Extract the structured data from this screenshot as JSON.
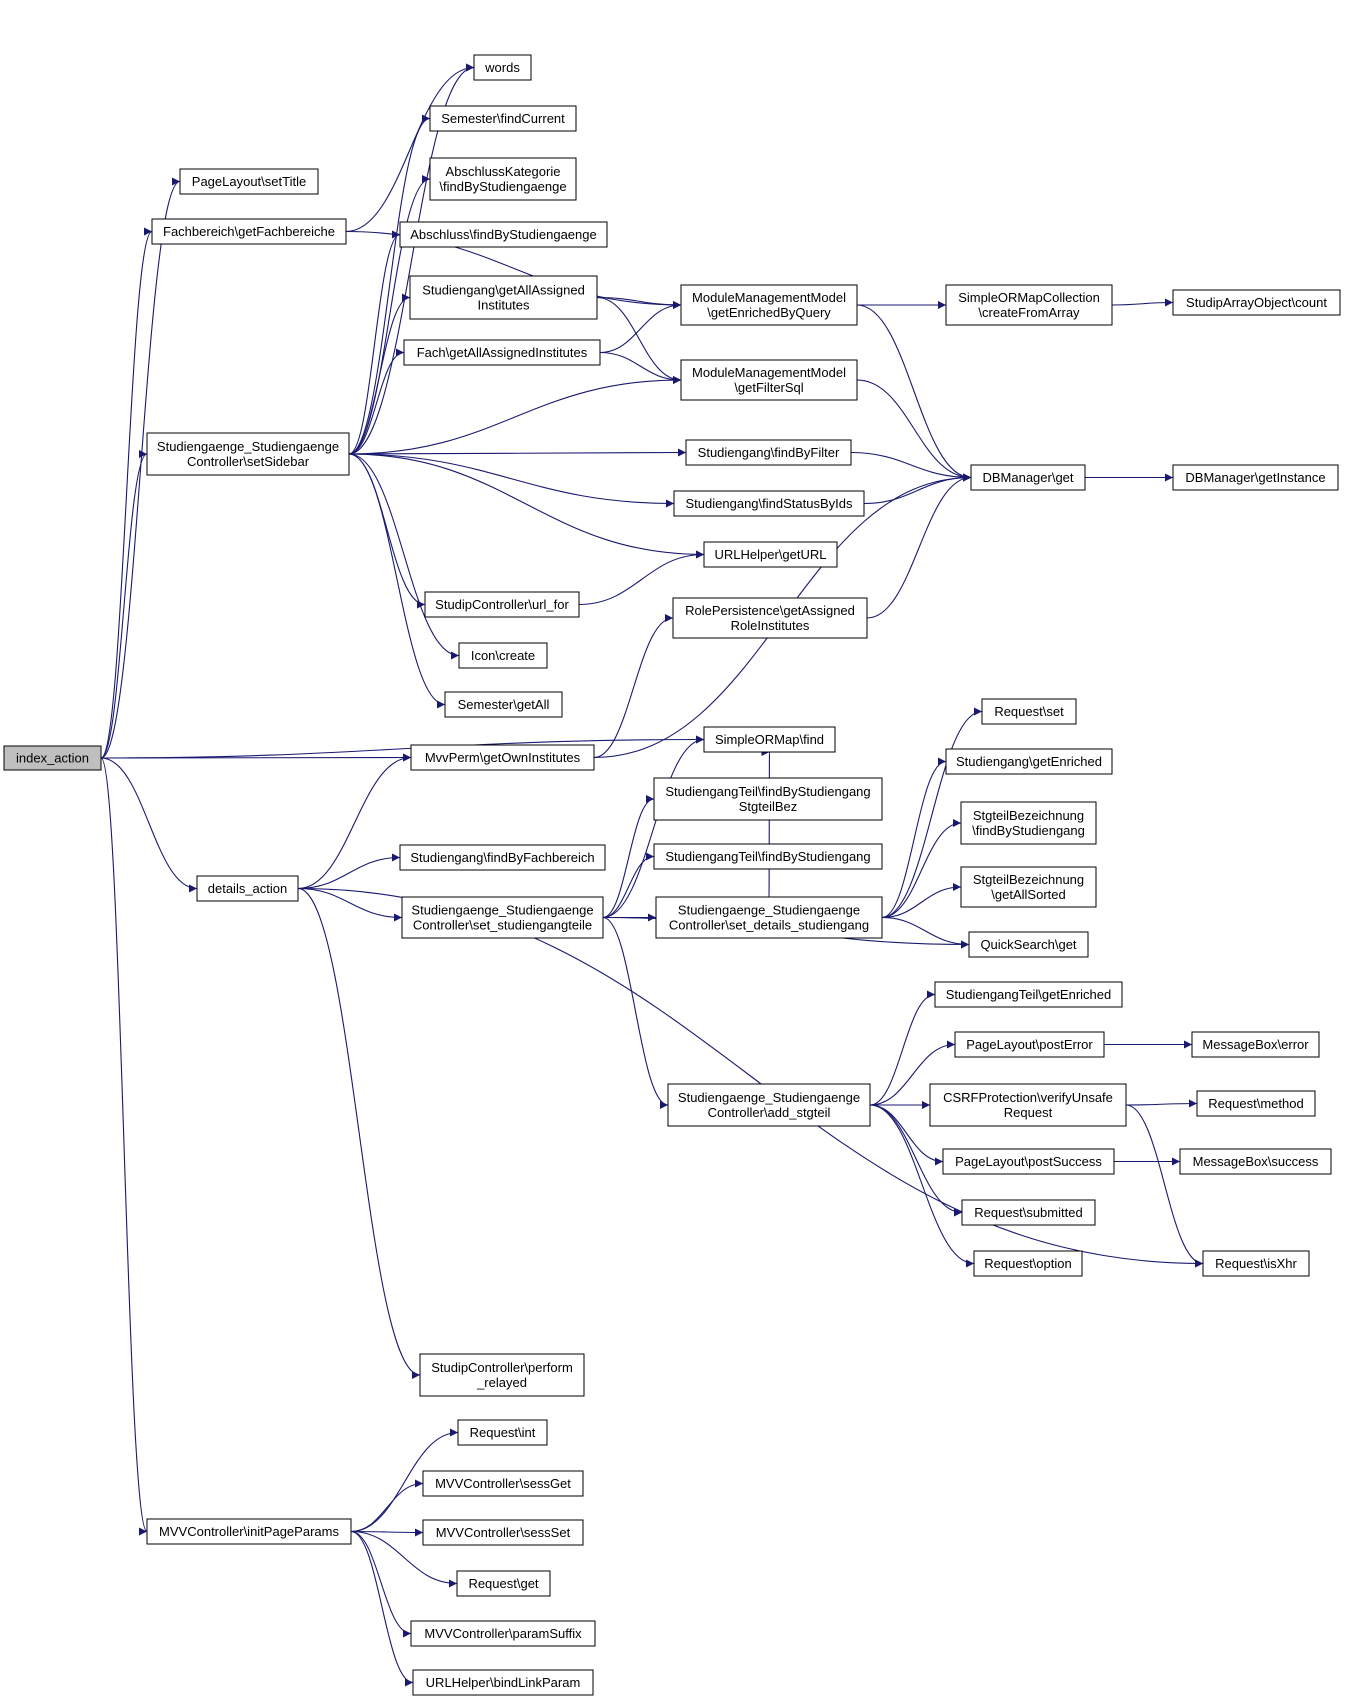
{
  "colors": {
    "edge": "#191970",
    "node_border": "#000000",
    "node_fill": "#ffffff",
    "root_fill": "#bfbfbf"
  },
  "nodes": {
    "index_action": [
      "index_action"
    ],
    "pagelayout_settitle": [
      "PageLayout\\setTitle"
    ],
    "fachbereich_getfachbereiche": [
      "Fachbereich\\getFachbereiche"
    ],
    "setsidebar": [
      "Studiengaenge_Studiengaenge",
      "Controller\\setSidebar"
    ],
    "mvvperm_getowninstitutes": [
      "MvvPerm\\getOwnInstitutes"
    ],
    "details_action": [
      "details_action"
    ],
    "initpageparams": [
      "MVVController\\initPageParams"
    ],
    "words": [
      "words"
    ],
    "semester_findcurrent": [
      "Semester\\findCurrent"
    ],
    "abschlusskategorie_find": [
      "AbschlussKategorie",
      "\\findByStudiengaenge"
    ],
    "abschluss_find": [
      "Abschluss\\findByStudiengaenge"
    ],
    "studiengang_getallassigned": [
      "Studiengang\\getAllAssigned",
      "Institutes"
    ],
    "fach_getallassigned": [
      "Fach\\getAllAssignedInstitutes"
    ],
    "mmm_getenriched": [
      "ModuleManagementModel",
      "\\getEnrichedByQuery"
    ],
    "mmm_getfiltersql": [
      "ModuleManagementModel",
      "\\getFilterSql"
    ],
    "simpleormapcollection": [
      "SimpleORMapCollection",
      "\\createFromArray"
    ],
    "studiparrayobject_count": [
      "StudipArrayObject\\count"
    ],
    "studiengang_findbyfilter": [
      "Studiengang\\findByFilter"
    ],
    "studiengang_findstatusbyids": [
      "Studiengang\\findStatusByIds"
    ],
    "dbmanager_get": [
      "DBManager\\get"
    ],
    "dbmanager_getinstance": [
      "DBManager\\getInstance"
    ],
    "urlhelper_geturl": [
      "URLHelper\\getURL"
    ],
    "studipcontroller_url_for": [
      "StudipController\\url_for"
    ],
    "icon_create": [
      "Icon\\create"
    ],
    "semester_getall": [
      "Semester\\getAll"
    ],
    "rolepersistence": [
      "RolePersistence\\getAssigned",
      "RoleInstitutes"
    ],
    "simpleormap_find": [
      "SimpleORMap\\find"
    ],
    "studiengang_findbyfachbereich": [
      "Studiengang\\findByFachbereich"
    ],
    "set_studiengangteile": [
      "Studiengaenge_Studiengaenge",
      "Controller\\set_studiengangteile"
    ],
    "stgteil_findbystudiengangbez": [
      "StudiengangTeil\\findByStudiengang",
      "StgteilBez"
    ],
    "stgteil_findbystudiengang": [
      "StudiengangTeil\\findByStudiengang"
    ],
    "set_details_studiengang": [
      "Studiengaenge_Studiengaenge",
      "Controller\\set_details_studiengang"
    ],
    "request_set": [
      "Request\\set"
    ],
    "studiengang_getenriched": [
      "Studiengang\\getEnriched"
    ],
    "stgteilbez_findbystudiengang": [
      "StgteilBezeichnung",
      "\\findByStudiengang"
    ],
    "stgteilbez_getallsorted": [
      "StgteilBezeichnung",
      "\\getAllSorted"
    ],
    "quicksearch_get": [
      "QuickSearch\\get"
    ],
    "stgteil_getenriched": [
      "StudiengangTeil\\getEnriched"
    ],
    "pagelayout_posterror": [
      "PageLayout\\postError"
    ],
    "messagebox_error": [
      "MessageBox\\error"
    ],
    "add_stgteil": [
      "Studiengaenge_Studiengaenge",
      "Controller\\add_stgteil"
    ],
    "csrf_verify": [
      "CSRFProtection\\verifyUnsafe",
      "Request"
    ],
    "request_method": [
      "Request\\method"
    ],
    "pagelayout_postsuccess": [
      "PageLayout\\postSuccess"
    ],
    "messagebox_success": [
      "MessageBox\\success"
    ],
    "request_submitted": [
      "Request\\submitted"
    ],
    "request_option": [
      "Request\\option"
    ],
    "request_isxhr": [
      "Request\\isXhr"
    ],
    "perform_relayed": [
      "StudipController\\perform",
      "_relayed"
    ],
    "request_int": [
      "Request\\int"
    ],
    "mvv_sessget": [
      "MVVController\\sessGet"
    ],
    "mvv_sessset": [
      "MVVController\\sessSet"
    ],
    "request_get": [
      "Request\\get"
    ],
    "mvv_paramsuffix": [
      "MVVController\\paramSuffix"
    ],
    "urlhelper_bindlinkparam": [
      "URLHelper\\bindLinkParam"
    ]
  },
  "edges": [
    [
      "index_action",
      "pagelayout_settitle"
    ],
    [
      "index_action",
      "fachbereich_getfachbereiche"
    ],
    [
      "index_action",
      "setsidebar"
    ],
    [
      "index_action",
      "mvvperm_getowninstitutes"
    ],
    [
      "index_action",
      "simpleormap_find"
    ],
    [
      "index_action",
      "details_action"
    ],
    [
      "index_action",
      "initpageparams"
    ],
    [
      "fachbereich_getfachbereiche",
      "words"
    ],
    [
      "fachbereich_getfachbereiche",
      "mmm_getenriched"
    ],
    [
      "setsidebar",
      "words"
    ],
    [
      "setsidebar",
      "semester_findcurrent"
    ],
    [
      "setsidebar",
      "abschlusskategorie_find"
    ],
    [
      "setsidebar",
      "abschluss_find"
    ],
    [
      "setsidebar",
      "studiengang_getallassigned"
    ],
    [
      "setsidebar",
      "fach_getallassigned"
    ],
    [
      "setsidebar",
      "mmm_getfiltersql"
    ],
    [
      "setsidebar",
      "studiengang_findbyfilter"
    ],
    [
      "setsidebar",
      "studiengang_findstatusbyids"
    ],
    [
      "setsidebar",
      "urlhelper_geturl"
    ],
    [
      "setsidebar",
      "studipcontroller_url_for"
    ],
    [
      "setsidebar",
      "icon_create"
    ],
    [
      "setsidebar",
      "semester_getall"
    ],
    [
      "studiengang_getallassigned",
      "mmm_getenriched"
    ],
    [
      "studiengang_getallassigned",
      "mmm_getfiltersql"
    ],
    [
      "fach_getallassigned",
      "mmm_getenriched"
    ],
    [
      "fach_getallassigned",
      "mmm_getfiltersql"
    ],
    [
      "mmm_getenriched",
      "simpleormapcollection"
    ],
    [
      "mmm_getenriched",
      "dbmanager_get"
    ],
    [
      "mmm_getfiltersql",
      "dbmanager_get"
    ],
    [
      "simpleormapcollection",
      "studiparrayobject_count"
    ],
    [
      "studiengang_findbyfilter",
      "dbmanager_get"
    ],
    [
      "studiengang_findstatusbyids",
      "dbmanager_get"
    ],
    [
      "dbmanager_get",
      "dbmanager_getinstance"
    ],
    [
      "studipcontroller_url_for",
      "urlhelper_geturl"
    ],
    [
      "rolepersistence",
      "dbmanager_get"
    ],
    [
      "mvvperm_getowninstitutes",
      "rolepersistence"
    ],
    [
      "mvvperm_getowninstitutes",
      "dbmanager_get"
    ],
    [
      "details_action",
      "mvvperm_getowninstitutes"
    ],
    [
      "details_action",
      "studiengang_findbyfachbereich"
    ],
    [
      "details_action",
      "set_studiengangteile"
    ],
    [
      "details_action",
      "perform_relayed"
    ],
    [
      "details_action",
      "request_isxhr"
    ],
    [
      "set_studiengangteile",
      "simpleormap_find"
    ],
    [
      "set_studiengangteile",
      "stgteil_findbystudiengangbez"
    ],
    [
      "set_studiengangteile",
      "stgteil_findbystudiengang"
    ],
    [
      "set_studiengangteile",
      "set_details_studiengang"
    ],
    [
      "set_studiengangteile",
      "quicksearch_get"
    ],
    [
      "set_studiengangteile",
      "add_stgteil"
    ],
    [
      "set_details_studiengang",
      "simpleormap_find"
    ],
    [
      "set_details_studiengang",
      "request_set"
    ],
    [
      "set_details_studiengang",
      "studiengang_getenriched"
    ],
    [
      "set_details_studiengang",
      "stgteilbez_findbystudiengang"
    ],
    [
      "set_details_studiengang",
      "stgteilbez_getallsorted"
    ],
    [
      "set_details_studiengang",
      "quicksearch_get"
    ],
    [
      "add_stgteil",
      "stgteil_getenriched"
    ],
    [
      "add_stgteil",
      "pagelayout_posterror"
    ],
    [
      "add_stgteil",
      "csrf_verify"
    ],
    [
      "add_stgteil",
      "pagelayout_postsuccess"
    ],
    [
      "add_stgteil",
      "request_submitted"
    ],
    [
      "add_stgteil",
      "request_option"
    ],
    [
      "pagelayout_posterror",
      "messagebox_error"
    ],
    [
      "csrf_verify",
      "request_method"
    ],
    [
      "csrf_verify",
      "request_isxhr"
    ],
    [
      "pagelayout_postsuccess",
      "messagebox_success"
    ],
    [
      "initpageparams",
      "request_int"
    ],
    [
      "initpageparams",
      "mvv_sessget"
    ],
    [
      "initpageparams",
      "mvv_sessset"
    ],
    [
      "initpageparams",
      "request_get"
    ],
    [
      "initpageparams",
      "mvv_paramsuffix"
    ],
    [
      "initpageparams",
      "urlhelper_bindlinkparam"
    ]
  ]
}
